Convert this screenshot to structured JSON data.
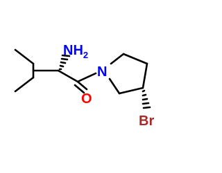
{
  "molecule": {
    "atom_labels": {
      "amine": {
        "text": "NH",
        "subscript": "2",
        "color": "#0000ff"
      },
      "ring_nitrogen": {
        "text": "N",
        "color": "#0000ff"
      },
      "oxygen": {
        "text": "O",
        "color": "#ff0000"
      },
      "bromine": {
        "text": "Br",
        "color": "#a52a2a"
      }
    },
    "bond_color": "#000000"
  }
}
